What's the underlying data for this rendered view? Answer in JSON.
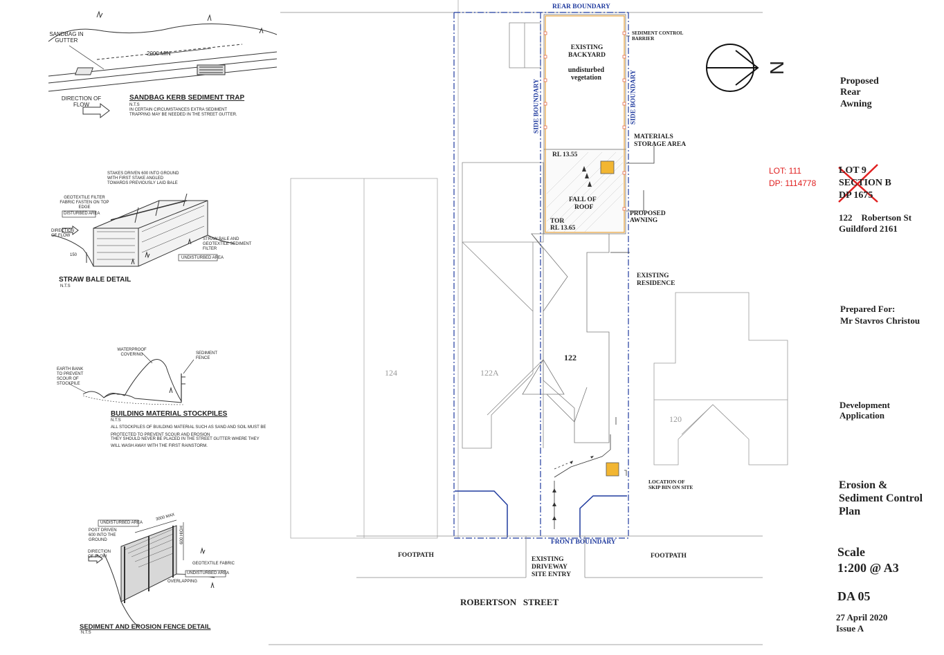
{
  "details": {
    "sandbag": {
      "label_sandbag": "SANDBAG IN GUTTER",
      "dim": "2000 MIN",
      "flow": "DIRECTION OF FLOW",
      "title": "SANDBAG KERB SEDIMENT TRAP",
      "nts": "N.T.S",
      "note": "IN CERTAIN CIRCUMSTANCES EXTRA SEDIMENT TRAPPING MAY BE NEEDED IN THE STREET GUTTER."
    },
    "strawbale": {
      "stakes": "STAKES DRIVEN 600 INTO GROUND WITH FIRST STAKE ANGLED TOWARDS PREVIOUSLY LAID BALE",
      "geofabric": "GEOTEXTILE FILTER FABRIC FASTEN ON TOP EDGE",
      "disturbed": "DISTURBED AREA",
      "flow": "DIRECTION OF FLOW",
      "bale": "STRAW BALE AND GEOTEXTILE SEDIMENT FILTER",
      "undisturbed": "UNDISTURBED AREA",
      "dim": "150",
      "title": "STRAW BALE DETAIL",
      "nts": "N.T.S"
    },
    "stockpile": {
      "waterproof": "WATERPROOF COVERING",
      "fence": "SEDIMENT FENCE",
      "bank": "EARTH BANK TO PREVENT SCOUR OF STOCKPILE",
      "title": "BUILDING MATERIAL STOCKPILES",
      "nts": "N.T.S",
      "note1": "ALL STOCKPILES OF BUILDING MATERIAL SUCH AS SAND AND SOIL MUST BE",
      "note2": "PROTECTED TO PREVENT SCOUR AND EROSION",
      "note3": "THEY SHOULD NEVER BE PLACED IN THE STREET GUTTER WHERE THEY",
      "note4": "WILL WASH AWAY WITH THE FIRST RAINSTORM."
    },
    "fence": {
      "undisturbed_top": "UNDISTURBED AREA",
      "post": "POST DRIVEN 600 INTO THE GROUND",
      "flow": "DIRECTION OF FLOW",
      "geofabric": "GEOTEXTILE FABRIC",
      "undisturbed_bottom": "UNDISTURBED AREA",
      "overlap": "OVERLAPPING",
      "spacing": "3000 MAX",
      "height": "600 HIGH",
      "title": "SEDIMENT AND EROSION FENCE DETAIL",
      "nts": "N.T.S"
    }
  },
  "plan": {
    "rear_boundary": "REAR BOUNDARY",
    "side_boundary": "SIDE BOUNDARY",
    "front_boundary": "FRONT BOUINDARY",
    "backyard_1": "EXISTING",
    "backyard_2": "BACKYARD",
    "veg_1": "undisturbed",
    "veg_2": "vegetation",
    "sediment_barrier_1": "SEDIMENT CONTROL",
    "sediment_barrier_2": "BARRIER",
    "materials_1": "MATERIALS",
    "materials_2": "STORAGE AREA",
    "rl_top": "RL 13.55",
    "fall_1": "FALL OF",
    "fall_2": "ROOF",
    "tor_1": "TOR",
    "tor_2": "RL 13.65",
    "awning_1": "PROPOSED",
    "awning_2": "AWNING",
    "residence_1": "EXISTING",
    "residence_2": "RESIDENCE",
    "lot_122": "122",
    "lot_122a": "122A",
    "lot_124": "124",
    "lot_120": "120",
    "skip_1": "LOCATION OF",
    "skip_2": "SKIP BIN ON SITE",
    "footpath_left": "FOOTPATH",
    "footpath_right": "FOOTPATH",
    "driveway_1": "EXISTING",
    "driveway_2": "DRIVEWAY",
    "driveway_3": "SITE ENTRY",
    "street": "ROBERTSON   STREET",
    "north": "N",
    "colors": {
      "boundary": "#1f3a9e",
      "barrier": "#e8a23a",
      "storage": "#f2b632"
    }
  },
  "title_block": {
    "project_1": "Proposed",
    "project_2": "Rear",
    "project_3": "Awning",
    "lot_new": "LOT: 111",
    "dp_new": "DP: 1114778",
    "lot_old": "LOT 9",
    "section_old": "SECTION B",
    "dp_old": "DP 1675",
    "address_1": "122    Robertson St",
    "address_2": "Guildford 2161",
    "prepared_label": "Prepared For:",
    "client": "Mr Stavros Christou",
    "app_1": "Development",
    "app_2": "Application",
    "doc_1": "Erosion &",
    "doc_2": "Sediment Control",
    "doc_3": "Plan",
    "scale_label": "Scale",
    "scale_value": "1:200 @ A3",
    "drawing_no": "DA 05",
    "date": "27 April 2020",
    "issue": "Issue A"
  }
}
